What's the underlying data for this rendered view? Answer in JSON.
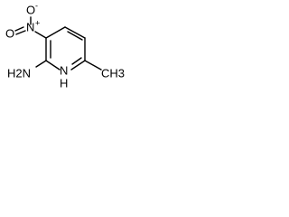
{
  "molecule": {
    "atoms": {
      "nitro_oxygen_top": "O",
      "nitro_oxygen_top_charge": "-",
      "nitro_nitrogen": "N",
      "nitro_nitrogen_charge": "+",
      "nitro_oxygen_left": "O",
      "amine": "H2N",
      "ring_nitrogen": "N",
      "ring_hydrogen": "H",
      "methyl": "CH3"
    }
  }
}
